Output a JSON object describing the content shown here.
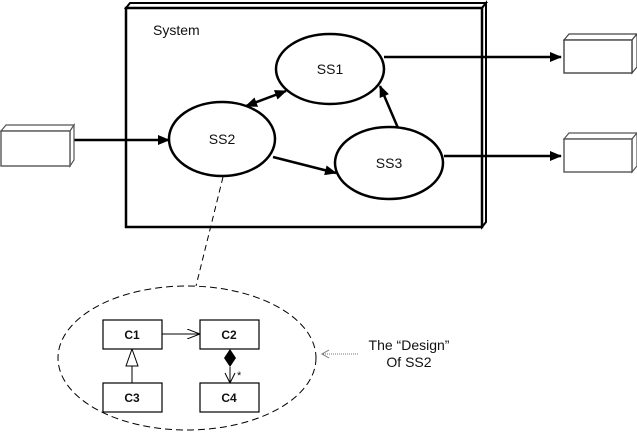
{
  "diagram": {
    "system": {
      "label": "System"
    },
    "subsystems": [
      {
        "id": "ss1",
        "label": "SS1"
      },
      {
        "id": "ss2",
        "label": "SS2"
      },
      {
        "id": "ss3",
        "label": "SS3"
      }
    ],
    "external_nodes": [
      {
        "id": "input-node",
        "label": ""
      },
      {
        "id": "output-node-1",
        "label": ""
      },
      {
        "id": "output-node-2",
        "label": ""
      }
    ],
    "connections": [
      {
        "from": "input-node",
        "to": "ss2",
        "type": "directed"
      },
      {
        "from": "ss2",
        "to": "ss1",
        "type": "bidirectional"
      },
      {
        "from": "ss2",
        "to": "ss3",
        "type": "directed"
      },
      {
        "from": "ss3",
        "to": "ss1",
        "type": "directed"
      },
      {
        "from": "ss1",
        "to": "output-node-1",
        "type": "directed"
      },
      {
        "from": "ss3",
        "to": "output-node-2",
        "type": "directed"
      },
      {
        "from": "ss2",
        "to": "design-ellipse",
        "type": "dashed"
      }
    ],
    "design": {
      "classes": [
        {
          "id": "c1",
          "label": "C1"
        },
        {
          "id": "c2",
          "label": "C2"
        },
        {
          "id": "c3",
          "label": "C3"
        },
        {
          "id": "c4",
          "label": "C4"
        }
      ],
      "relations": [
        {
          "from": "c1",
          "to": "c2",
          "type": "association"
        },
        {
          "from": "c3",
          "to": "c1",
          "type": "generalization"
        },
        {
          "from": "c2",
          "to": "c4",
          "type": "composition",
          "multiplicity": "*"
        }
      ]
    },
    "annotation": {
      "line1": "The “Design”",
      "line2": "Of SS2"
    }
  }
}
